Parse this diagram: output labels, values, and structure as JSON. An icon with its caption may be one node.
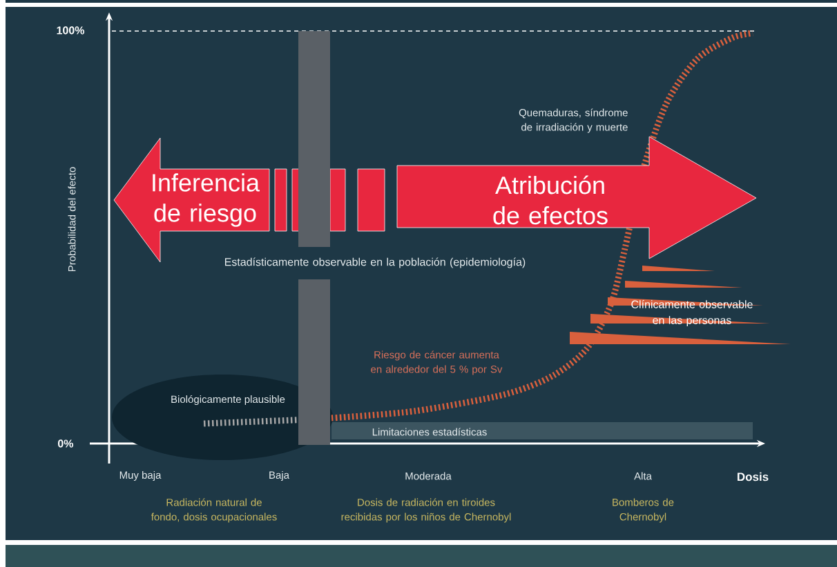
{
  "diagram": {
    "nodes": [
      {
        "text": [
          "Inferencia de riesgo"
        ]
      },
      {
        "text": [
          "Atribución de efectos"
        ]
      },
      {
        "text": [
          "Biológicamente plausible"
        ]
      }
    ],
    "labels": [
      "100%",
      "Probabilidad del efecto",
      "Quemaduras, síndrome de irradiación y muerte",
      "Estadísticamente observable en la población (epidemiología)",
      "Clínicamente observable en las personas",
      "Riesgo de cáncer aumenta en alrededor del 5 % por Sv",
      "Limitaciones estadísticas",
      "0%",
      "Muy baja",
      "Baja",
      "Moderada",
      "Alta",
      "Dosis",
      "Radiación natural de fondo, dosis ocupacionales",
      "Dosis de radiación en tiroides recibidas por los niños de Chernobyl",
      "Bomberos de Chernobyl"
    ]
  }
}
